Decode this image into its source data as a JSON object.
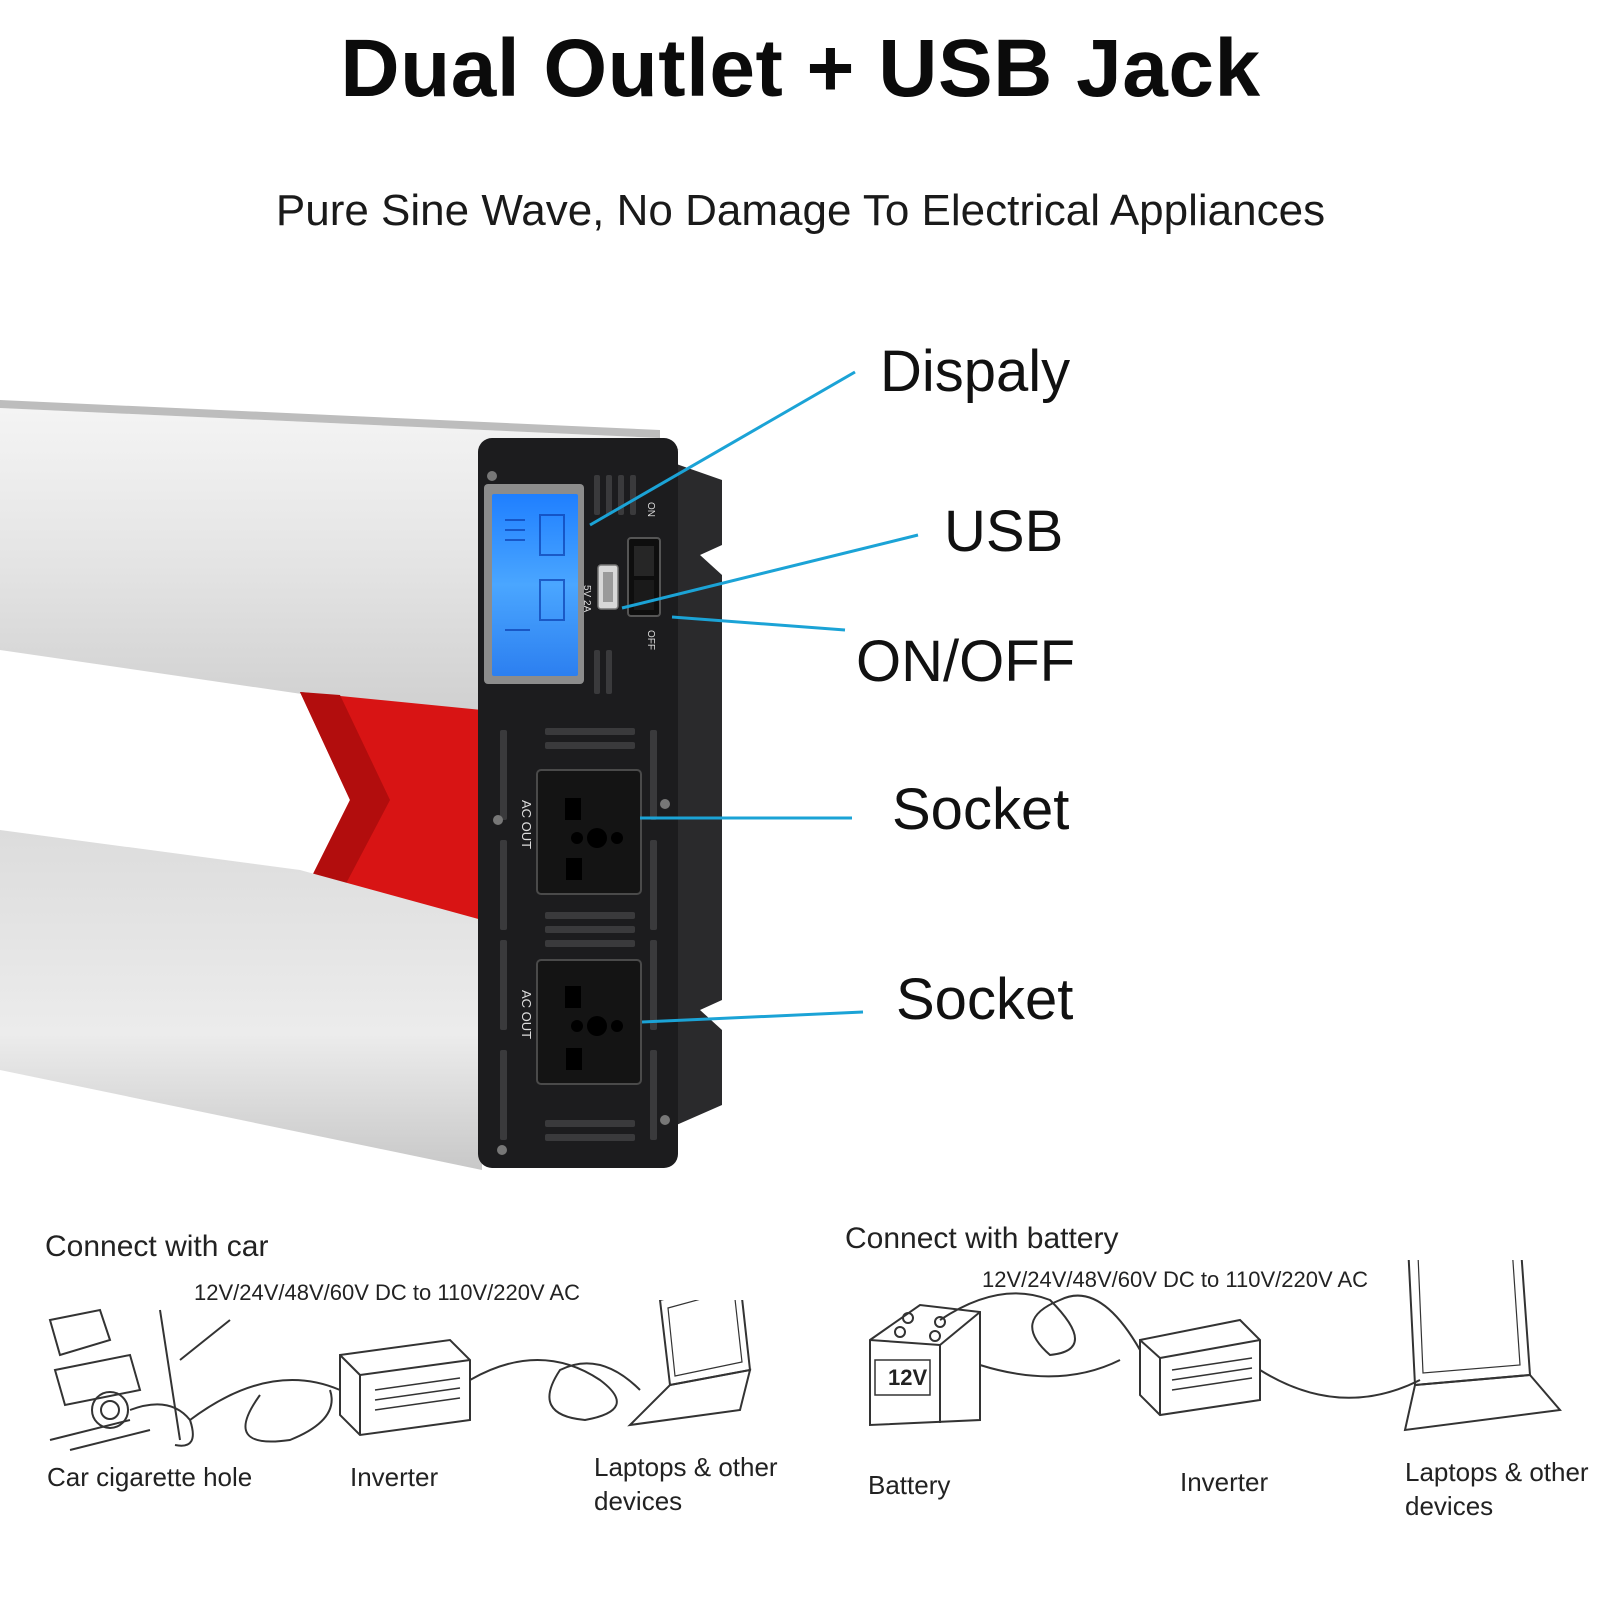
{
  "header": {
    "title": "Dual Outlet + USB Jack",
    "subtitle": "Pure Sine Wave, No Damage To Electrical Appliances"
  },
  "callouts": {
    "display": "Dispaly",
    "usb": "USB",
    "power_switch": "ON/OFF",
    "socket_1": "Socket",
    "socket_2": "Socket"
  },
  "panel_markings": {
    "usb_rating": "5V 2A",
    "outlet_1": "AC OUT",
    "outlet_2": "AC OUT",
    "switch_on": "ON",
    "switch_off": "OFF"
  },
  "diagram_car": {
    "title": "Connect with car",
    "spec": "12V/24V/48V/60V DC to 110V/220V AC",
    "labels": [
      "Car cigarette hole",
      "Inverter",
      "Laptops & other devices"
    ]
  },
  "diagram_battery": {
    "title": "Connect with battery",
    "spec": "12V/24V/48V/60V DC to 110V/220V AC",
    "battery_label": "12V",
    "labels": [
      "Battery",
      "Inverter",
      "Laptops & other devices"
    ]
  },
  "colors": {
    "leader_line": "#1ba3d6",
    "lcd_blue": "#2d8fff",
    "accent_red": "#d81414",
    "panel_black": "#1c1c1e",
    "housing_silver": "#e3e3e3"
  }
}
